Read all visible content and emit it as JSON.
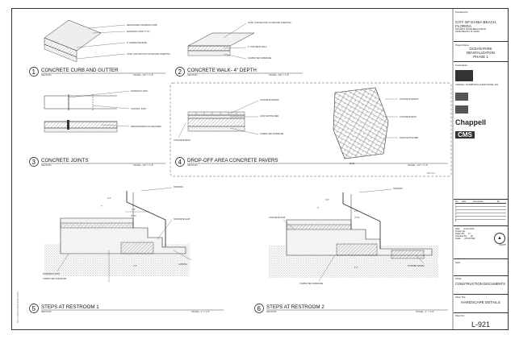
{
  "details": [
    {
      "number": "1",
      "title": "CONCRETE CURB AND GUTTER",
      "section": "SECTION",
      "scale": "SCALE - 1/2\" = 1'-0\"",
      "notes": [
        "REINFORCED CONCRETE CURB",
        "EXPANSION JOINT (TYP.)",
        "6\" COMPACTED BASE",
        "NOTE: CONTRACTOR TO PROVIDE SUBMITTAL"
      ]
    },
    {
      "number": "2",
      "title": "CONCRETE WALK- 4\" DEPTH",
      "section": "SECTION",
      "scale": "SCALE - 3/8\" = 1'-0\"",
      "notes": [
        "NOTE: CONTRACTOR TO PROVIDE SUBMITTAL",
        "4\" CONCRETE WALK",
        "COMPACTED SUBGRADE"
      ]
    },
    {
      "number": "3",
      "title": "CONCRETE JOINTS",
      "section": "SECTION",
      "scale": "SCALE - 1/2\" = 1'-0\"",
      "notes": [
        "EXPANSION JOINT",
        "CONTROL JOINT",
        "REINFORCEMENT AS REQUIRED"
      ]
    },
    {
      "number": "4",
      "title": "DROP-OFF AREA CONCRETE PAVERS",
      "section": "SECTION",
      "scale": "SCALE - 1/2\" = 1'-0\"",
      "plan_label": "PLAN",
      "notes": [
        "CONCRETE PAVERS",
        "SAND SETTING BED",
        "COMPACTED SUBGRADE",
        "CONCRETE BAND"
      ]
    },
    {
      "number": "5",
      "title": "STEPS AT RESTROOM 1",
      "section": "SECTION",
      "scale": "SCALE - 1\" = 1'-0\"",
      "dimensions": [
        "1'-0\"",
        "(TYP.)",
        "7\"",
        "3'-6\"",
        "1'-0\""
      ],
      "notes": [
        "HANDRAIL",
        "EXPANSION JOINT",
        "COMPACTED SUBGRADE",
        "CONCRETE SLAB",
        "LANDING"
      ]
    },
    {
      "number": "6",
      "title": "STEPS AT RESTROOM 2",
      "section": "SECTION",
      "scale": "SCALE - 1\" = 1'-0\"",
      "dimensions": [
        "1'-0\"",
        "(TYP.)",
        "7\"",
        "3'-6\"",
        "1'-0\""
      ],
      "notes": [
        "HANDRAIL",
        "CONCRETE SLAB",
        "COMPACTED SUBGRADE",
        "FINISHED GRADE"
      ]
    }
  ],
  "clip_label": "BID ALT.",
  "title_block": {
    "prepared_for_label": "Prepared for:",
    "client": [
      "CITY OF DANIA BEACH, FLORIDA",
      "100 WEST DANIA BEACH BLVD",
      "DANIA BEACH, FL 33004"
    ],
    "project_name_label": "Project Name:",
    "project": [
      "OCEAN PARK REVITALIZATION",
      "PHASE 1"
    ],
    "consultants_label": "Consultants:",
    "firms": [
      "CRAVEN • THOMPSON & ASSOCIATES, INC.",
      "Chappell",
      "CMS"
    ],
    "revisions_headers": [
      "No.",
      "Date",
      "Description",
      "By"
    ],
    "revision_rows": [
      "1",
      "2",
      "3",
      "4",
      "5",
      "6"
    ],
    "info_rows": [
      {
        "label": "Date:",
        "value": "10.12.2010"
      },
      {
        "label": "Project No.:",
        "value": ""
      },
      {
        "label": "Drawn By:",
        "value": "LT"
      },
      {
        "label": "Checked By:",
        "value": "JD"
      },
      {
        "label": "Scale:",
        "value": "AS NOTED"
      }
    ],
    "north_label": "NORTH",
    "seal_label": "Seal:",
    "phase_label": "Phase:",
    "phase": "CONSTRUCTION DOCUMENTS",
    "sheet_title_label": "Sheet Title:",
    "sheet_title": "HARDSCAPE DETAILS",
    "sheet_no_label": "Sheet No.:",
    "sheet_number": "L-921"
  },
  "margin_stamp": "NOT FOR CONSTRUCTION",
  "colors": {
    "ink": "#222222",
    "paper": "#ffffff",
    "hatch": "#555555"
  }
}
